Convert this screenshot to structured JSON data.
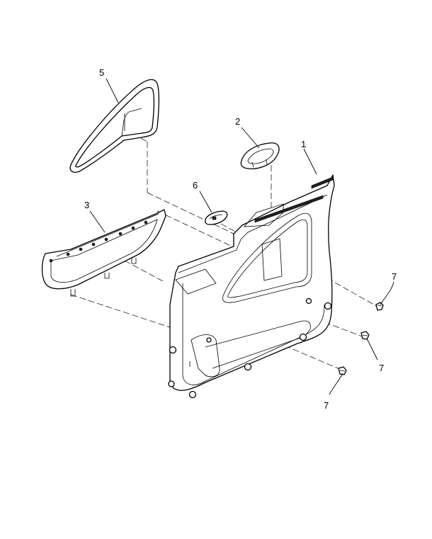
{
  "diagram": {
    "background": "#ffffff",
    "line_color": "#000000",
    "callouts": [
      {
        "id": "door-trim-panel",
        "label": "1"
      },
      {
        "id": "window-switch-bezel",
        "label": "2"
      },
      {
        "id": "armrest-trim",
        "label": "3"
      },
      {
        "id": "window-frame-trim",
        "label": "5"
      },
      {
        "id": "door-switch",
        "label": "6"
      },
      {
        "id": "clip-upper",
        "label": "7"
      },
      {
        "id": "clip-middle",
        "label": "7"
      },
      {
        "id": "clip-lower",
        "label": "7"
      }
    ]
  }
}
